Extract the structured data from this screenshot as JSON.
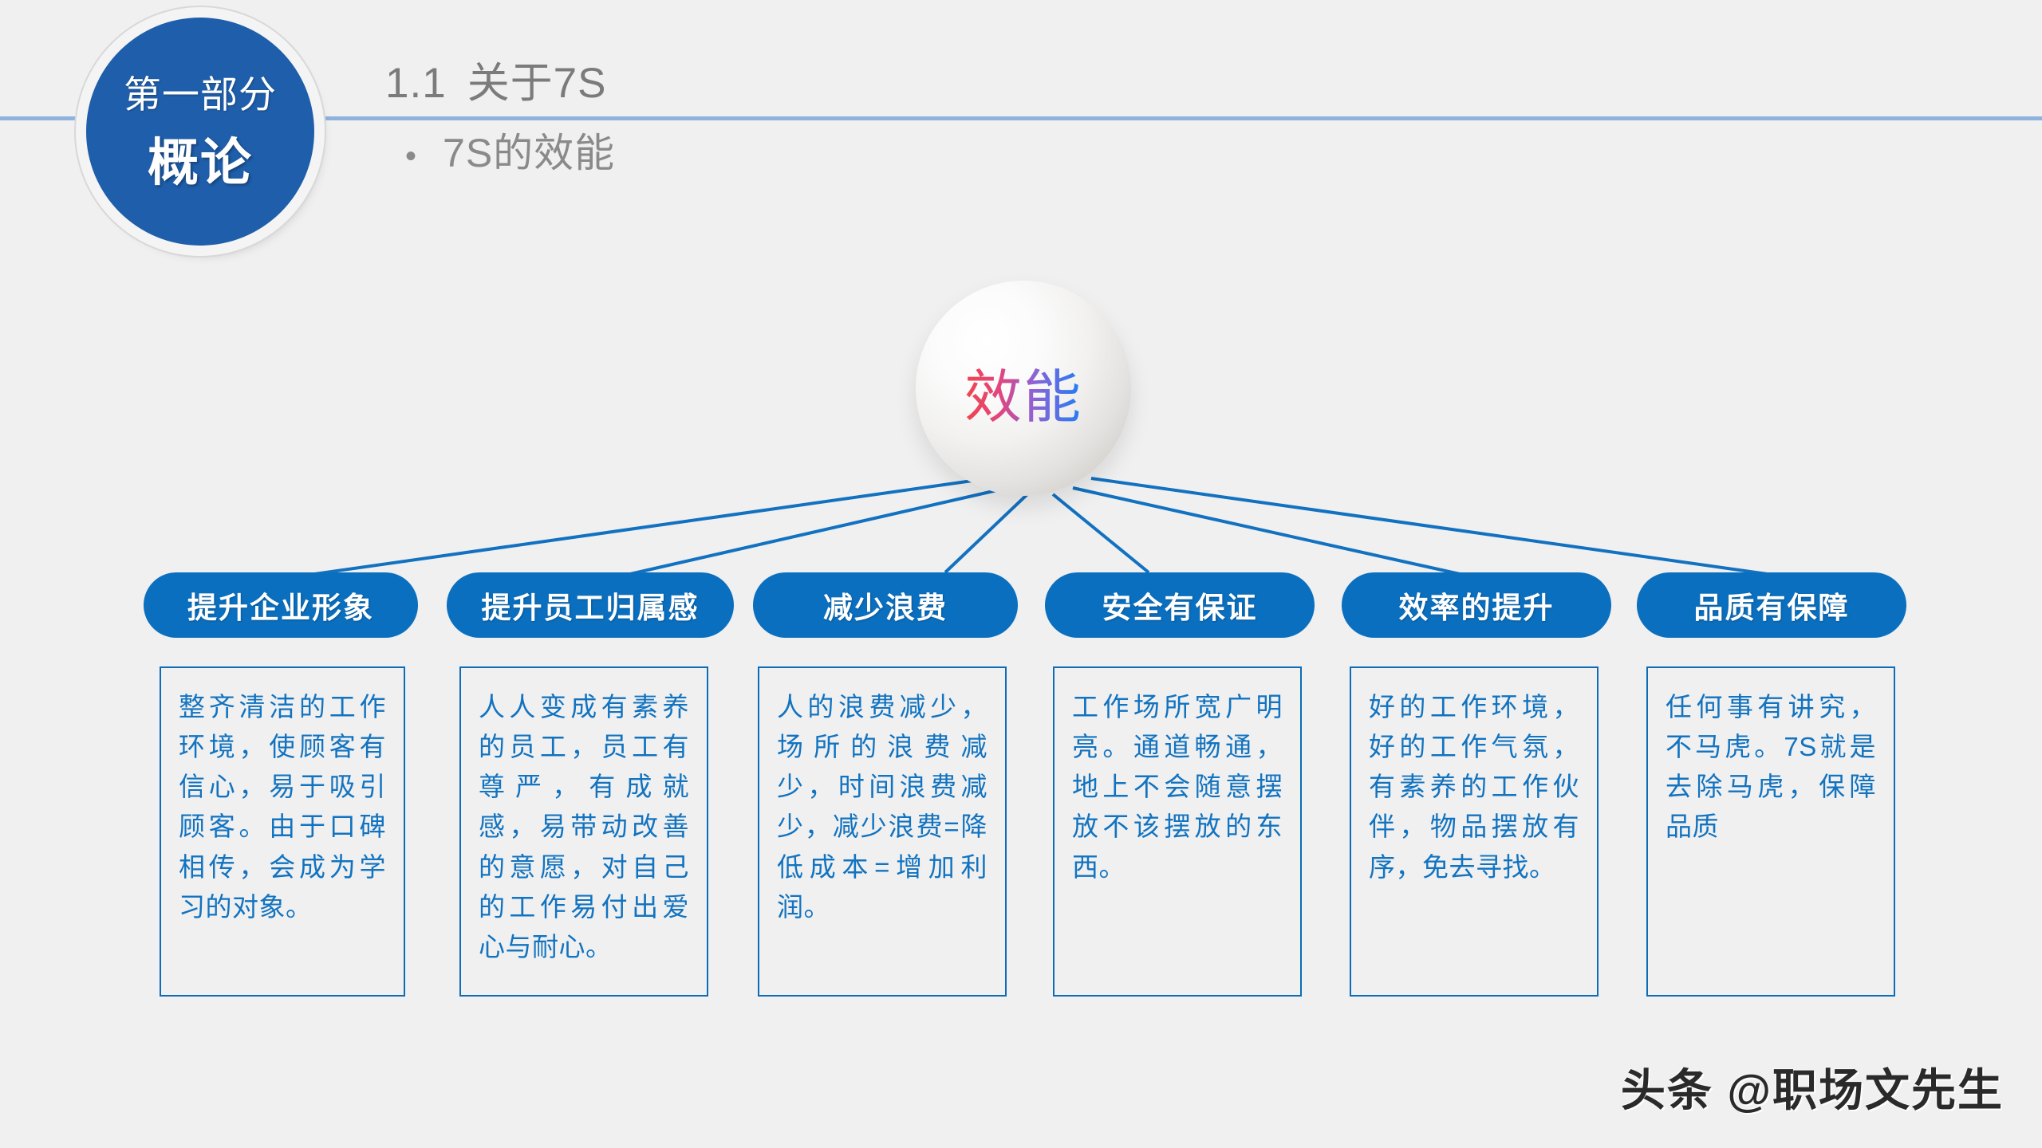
{
  "page": {
    "background_color": "#f0f0f0",
    "accent_blue": "#0b6fbf",
    "badge_blue": "#1f5eaa",
    "rule_blue": "#8fb3de",
    "body_text_blue": "#1273c0",
    "header_gray": "#7b7b7b"
  },
  "header": {
    "badge": {
      "top_label": "第一部分",
      "main_label": "概论"
    },
    "section_number": "1.1",
    "section_title": "关于7S",
    "bullet_marker": "•",
    "bullet_text": "7S的效能"
  },
  "diagram": {
    "center": {
      "label": "效能",
      "gradient_from": "#f1454a",
      "gradient_to": "#1f7ef5"
    },
    "branches": [
      {
        "title": "提升企业形象",
        "body": "整齐清洁的工作环境，使顾客有信心，易于吸引顾客。由于口碑相传，会成为学习的对象。"
      },
      {
        "title": "提升员工归属感",
        "body": "人人变成有素养的员工，员工有尊严，有成就感，易带动改善的意愿，对自己的工作易付出爱心与耐心。"
      },
      {
        "title": "减少浪费",
        "body": "人的浪费减少，场所的浪费减少，时间浪费减少，减少浪费=降低成本=增加利润。"
      },
      {
        "title": "安全有保证",
        "body": "工作场所宽广明亮。通道畅通，地上不会随意摆放不该摆放的东西。"
      },
      {
        "title": "效率的提升",
        "body": "好的工作环境，好的工作气氛，有素养的工作伙伴，物品摆放有序，免去寻找。"
      },
      {
        "title": "品质有保障",
        "body": "任何事有讲究，不马虎。7S就是去除马虎，保障品质"
      }
    ]
  },
  "watermark": {
    "text": "头条 @职场文先生"
  }
}
